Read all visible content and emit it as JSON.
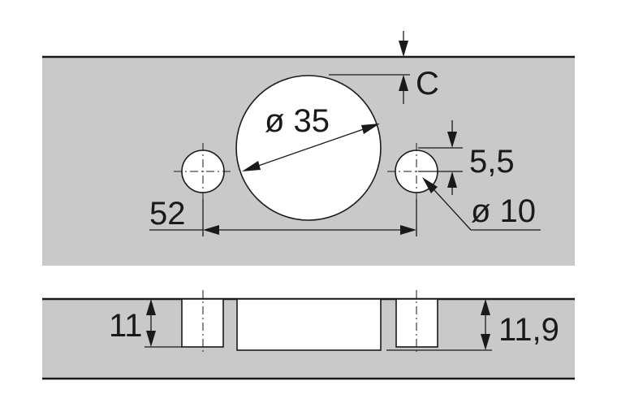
{
  "colors": {
    "panel": "#c9c9c9",
    "line": "#1a1a1a",
    "hole": "#ffffff",
    "background": "#ffffff"
  },
  "labels": {
    "big_hole_diameter": "ø 35",
    "small_hole_diameter": "ø 10",
    "hole_spacing": "52",
    "edge_distance": "C",
    "hole_offset": "5,5",
    "small_hole_depth": "11",
    "big_hole_depth": "11,9"
  }
}
